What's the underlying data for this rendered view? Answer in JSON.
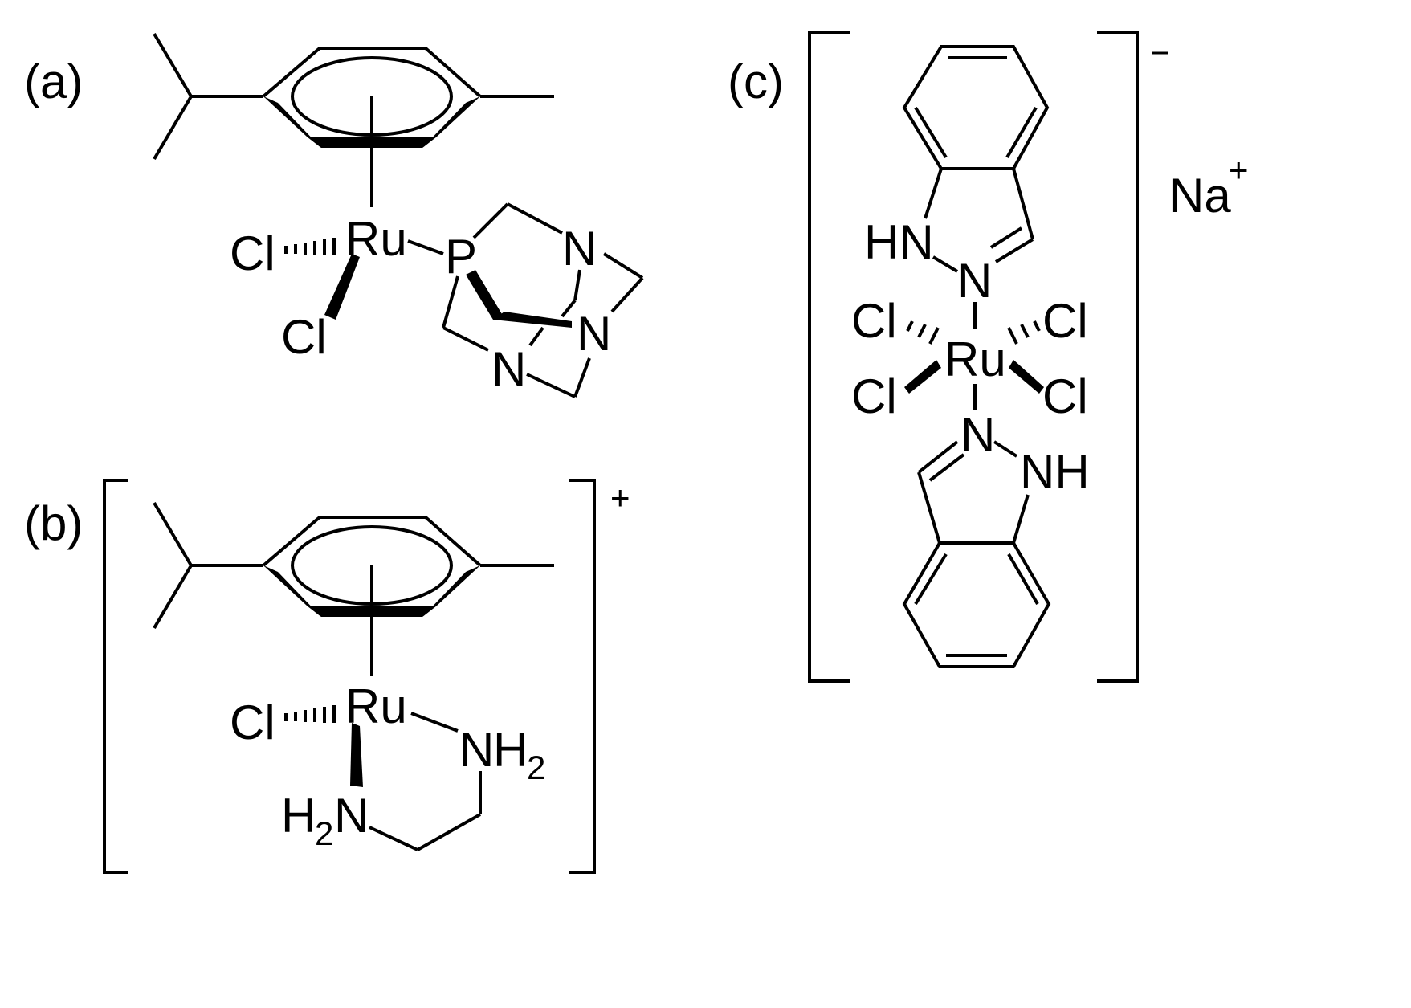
{
  "panels": {
    "a": {
      "label": "(a)",
      "atoms": {
        "ru": "Ru",
        "cl1": "Cl",
        "cl2": "Cl",
        "p": "P",
        "n1": "N",
        "n2": "N",
        "n3": "N"
      }
    },
    "b": {
      "label": "(b)",
      "charge": "+",
      "atoms": {
        "ru": "Ru",
        "cl": "Cl",
        "nh2_n": "N",
        "nh2_h": "H",
        "nh2_sub": "2",
        "h2n_h": "H",
        "h2n_sub": "2",
        "h2n_n": "N"
      }
    },
    "c": {
      "label": "(c)",
      "charge": "−",
      "counterion": "Na",
      "counterion_charge": "+",
      "atoms": {
        "ru": "Ru",
        "cl_ul": "Cl",
        "cl_ur": "Cl",
        "cl_ll": "Cl",
        "cl_lr": "Cl",
        "hn": "HN",
        "n_top": "N",
        "n_bot": "N",
        "nh": "NH"
      }
    }
  }
}
